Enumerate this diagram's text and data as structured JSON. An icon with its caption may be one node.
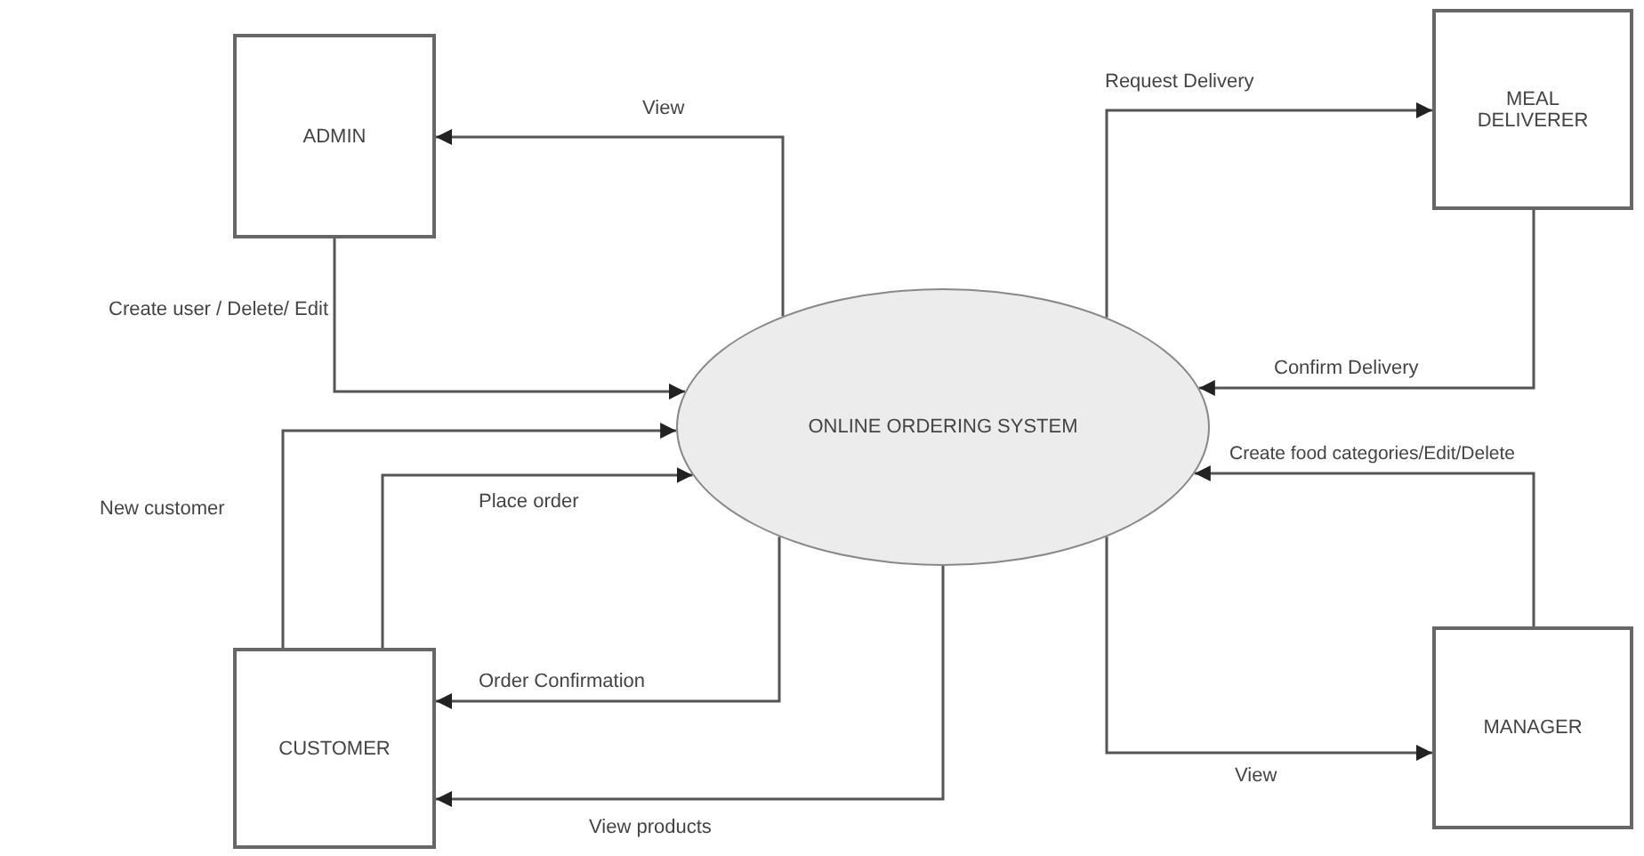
{
  "diagram": {
    "nodes": [
      {
        "text": [
          "ADMIN"
        ]
      },
      {
        "text": [
          "MEAL DELIVERER"
        ]
      },
      {
        "text": [
          "ONLINE ORDERING SYSTEM"
        ]
      },
      {
        "text": [
          "CUSTOMER"
        ]
      },
      {
        "text": [
          "MANAGER"
        ]
      }
    ],
    "edges": [
      {
        "from": 2,
        "to": 0,
        "arrow": "to",
        "label": "View"
      },
      {
        "from": 0,
        "to": 2,
        "arrow": "to",
        "label": "Create user / Delete/ Edit"
      },
      {
        "from": 3,
        "to": 2,
        "arrow": "to",
        "label": "New customer"
      },
      {
        "from": 3,
        "to": 2,
        "arrow": "to",
        "label": "Place order"
      },
      {
        "from": 2,
        "to": 3,
        "arrow": "to",
        "label": "Order Confirmation"
      },
      {
        "from": 2,
        "to": 3,
        "arrow": "to",
        "label": "View products"
      },
      {
        "from": 2,
        "to": 1,
        "arrow": "to",
        "label": "Request Delivery"
      },
      {
        "from": 1,
        "to": 2,
        "arrow": "to",
        "label": "Confirm Delivery"
      },
      {
        "from": 4,
        "to": 2,
        "arrow": "to",
        "label": "Create food categories/Edit/Delete"
      },
      {
        "from": 2,
        "to": 4,
        "arrow": "to",
        "label": "View"
      }
    ]
  }
}
